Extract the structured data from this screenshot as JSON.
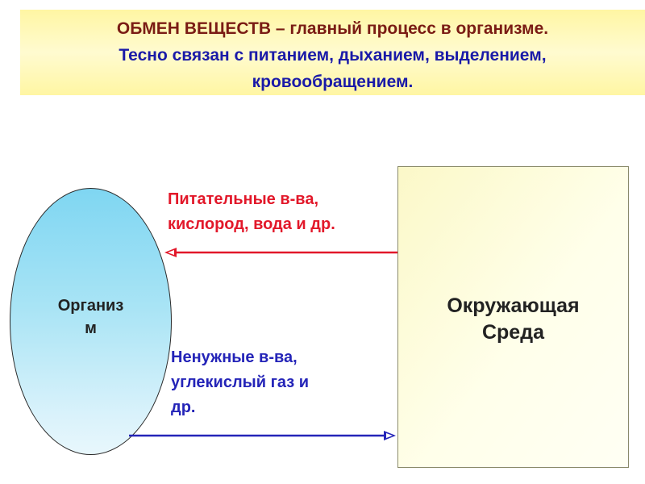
{
  "header": {
    "line1": "ОБМЕН ВЕЩЕСТВ – главный процесс в организме.",
    "line2": "Тесно связан с питанием, дыханием, выделением,",
    "line3": "кровообращением."
  },
  "organism": {
    "line1": "Организ",
    "line2": "м"
  },
  "environment": {
    "line1": "Окружающая",
    "line2": "Среда"
  },
  "inflow": {
    "line1": "Питательные в-ва,",
    "line2": "кислород, вода и др.",
    "color": "#e2182a"
  },
  "outflow": {
    "line1": "Ненужные в-ва,",
    "line2": "углекислый газ и",
    "line3": "др.",
    "color": "#2424b8"
  }
}
